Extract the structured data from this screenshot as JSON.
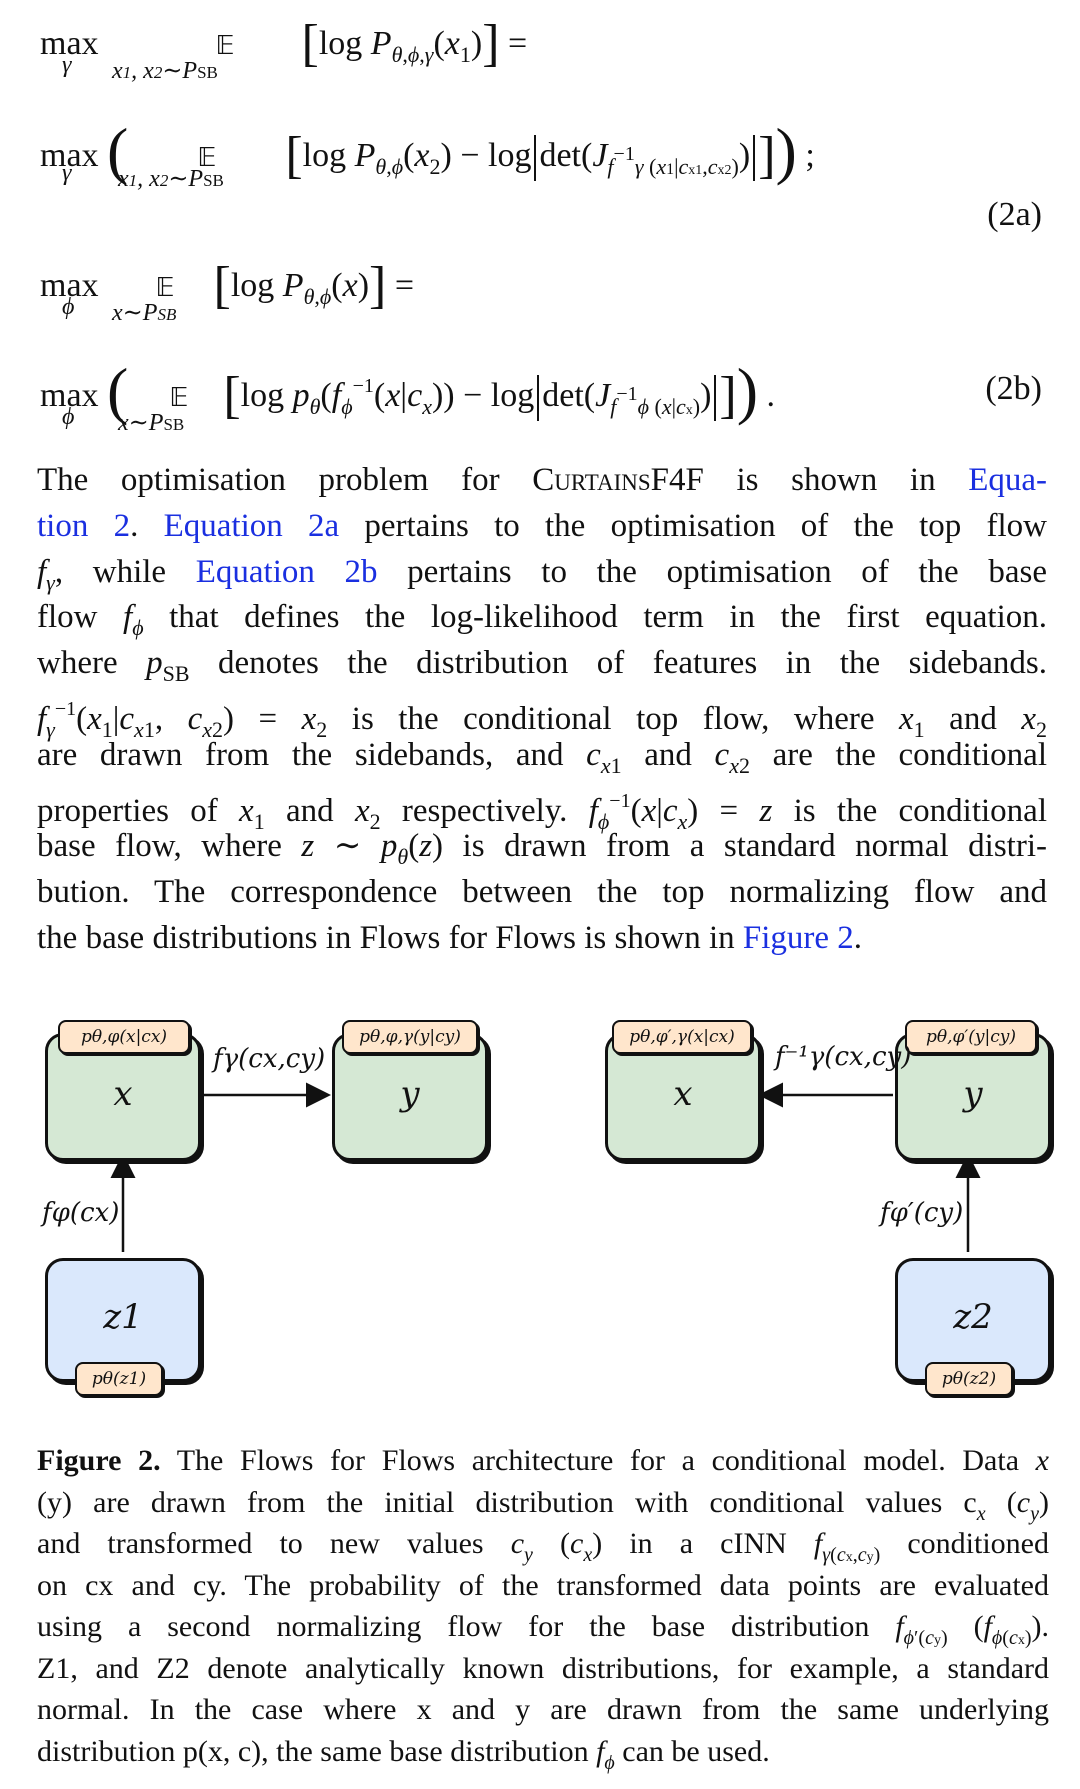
{
  "equations": {
    "eq2a_number": "(2a)",
    "eq2b_number": "(2b)"
  },
  "paragraph": {
    "line1_pre": "The optimisation problem for ",
    "method_name": "CurtainsF4F",
    "line1_mid": " is shown in ",
    "link_equation": "Equa-",
    "line2_link_cont": "tion 2",
    "line2_text": ". ",
    "link_eq2a": "Equation 2a",
    "line2_rest": " pertains to the optimisation of the top flow",
    "line3_pre": ", while ",
    "link_eq2b": "Equation 2b",
    "line3_rest": " pertains to the optimisation of the base",
    "line4_pre": "flow ",
    "line4_rest": " that defines the log-likelihood term in the first equation.",
    "line5_pre": "where ",
    "line5_rest": " denotes the distribution of features in the sidebands.",
    "line6_mid": " is the conditional top flow, where ",
    "line6_and": " and ",
    "line7_pre": "are drawn from the sidebands, and ",
    "line7_and": " and ",
    "line7_rest": " are the conditional",
    "line8_pre": "properties of ",
    "line8_and": " and ",
    "line8_resp": " respectively. ",
    "line8_rest": " is the conditional",
    "line9_pre": "base flow, where ",
    "line9_rest": " is drawn from a standard normal distri-",
    "line10": "bution. The correspondence between the top normalizing flow and",
    "line11_pre": "the base distributions in Flows for Flows is shown in ",
    "link_figure": "Figure 2",
    "line11_end": "."
  },
  "diagram": {
    "left": {
      "x_label": "x",
      "y_label": "y",
      "z_label": "z1",
      "tag_x": "pθ,φ(x|cx)",
      "tag_y": "pθ,φ,γ(y|cy)",
      "tag_z": "pθ(z1)",
      "edge_top": "fγ(cx,cy)",
      "edge_side": "fφ(cx)"
    },
    "right": {
      "x_label": "x",
      "y_label": "y",
      "z_label": "z2",
      "tag_x": "pθ,φ′,γ(x|cx)",
      "tag_y": "pθ,φ′(y|cy)",
      "tag_z": "pθ(z2)",
      "edge_top": "f⁻¹γ(cx,cy)",
      "edge_side": "fφ′(cy)"
    }
  },
  "caption": {
    "label": "Figure 2.",
    "line1_rest": " The Flows for Flows architecture for a conditional model. Data ",
    "line2": "(y) are drawn from the initial distribution with conditional values c",
    "line3_pre": "and transformed to new values ",
    "line3_mid": " in a cINN ",
    "line3_end": " conditioned",
    "line4": "on cx and cy. The probability of the transformed data points are evaluated",
    "line5": "using a second normalizing flow for the base distribution",
    "line6": "Z1, and Z2 denote analytically known distributions, for example, a standard",
    "line7": "normal. In the case where x and y are drawn from the same underlying",
    "line8_pre": "distribution p(x, c), the same base distribution ",
    "line8_end": " can be used."
  },
  "colors": {
    "link": "#1a2fe0",
    "node_green": "#d5e8d4",
    "node_blue": "#dae8fc",
    "tag": "#ffe6cc"
  }
}
